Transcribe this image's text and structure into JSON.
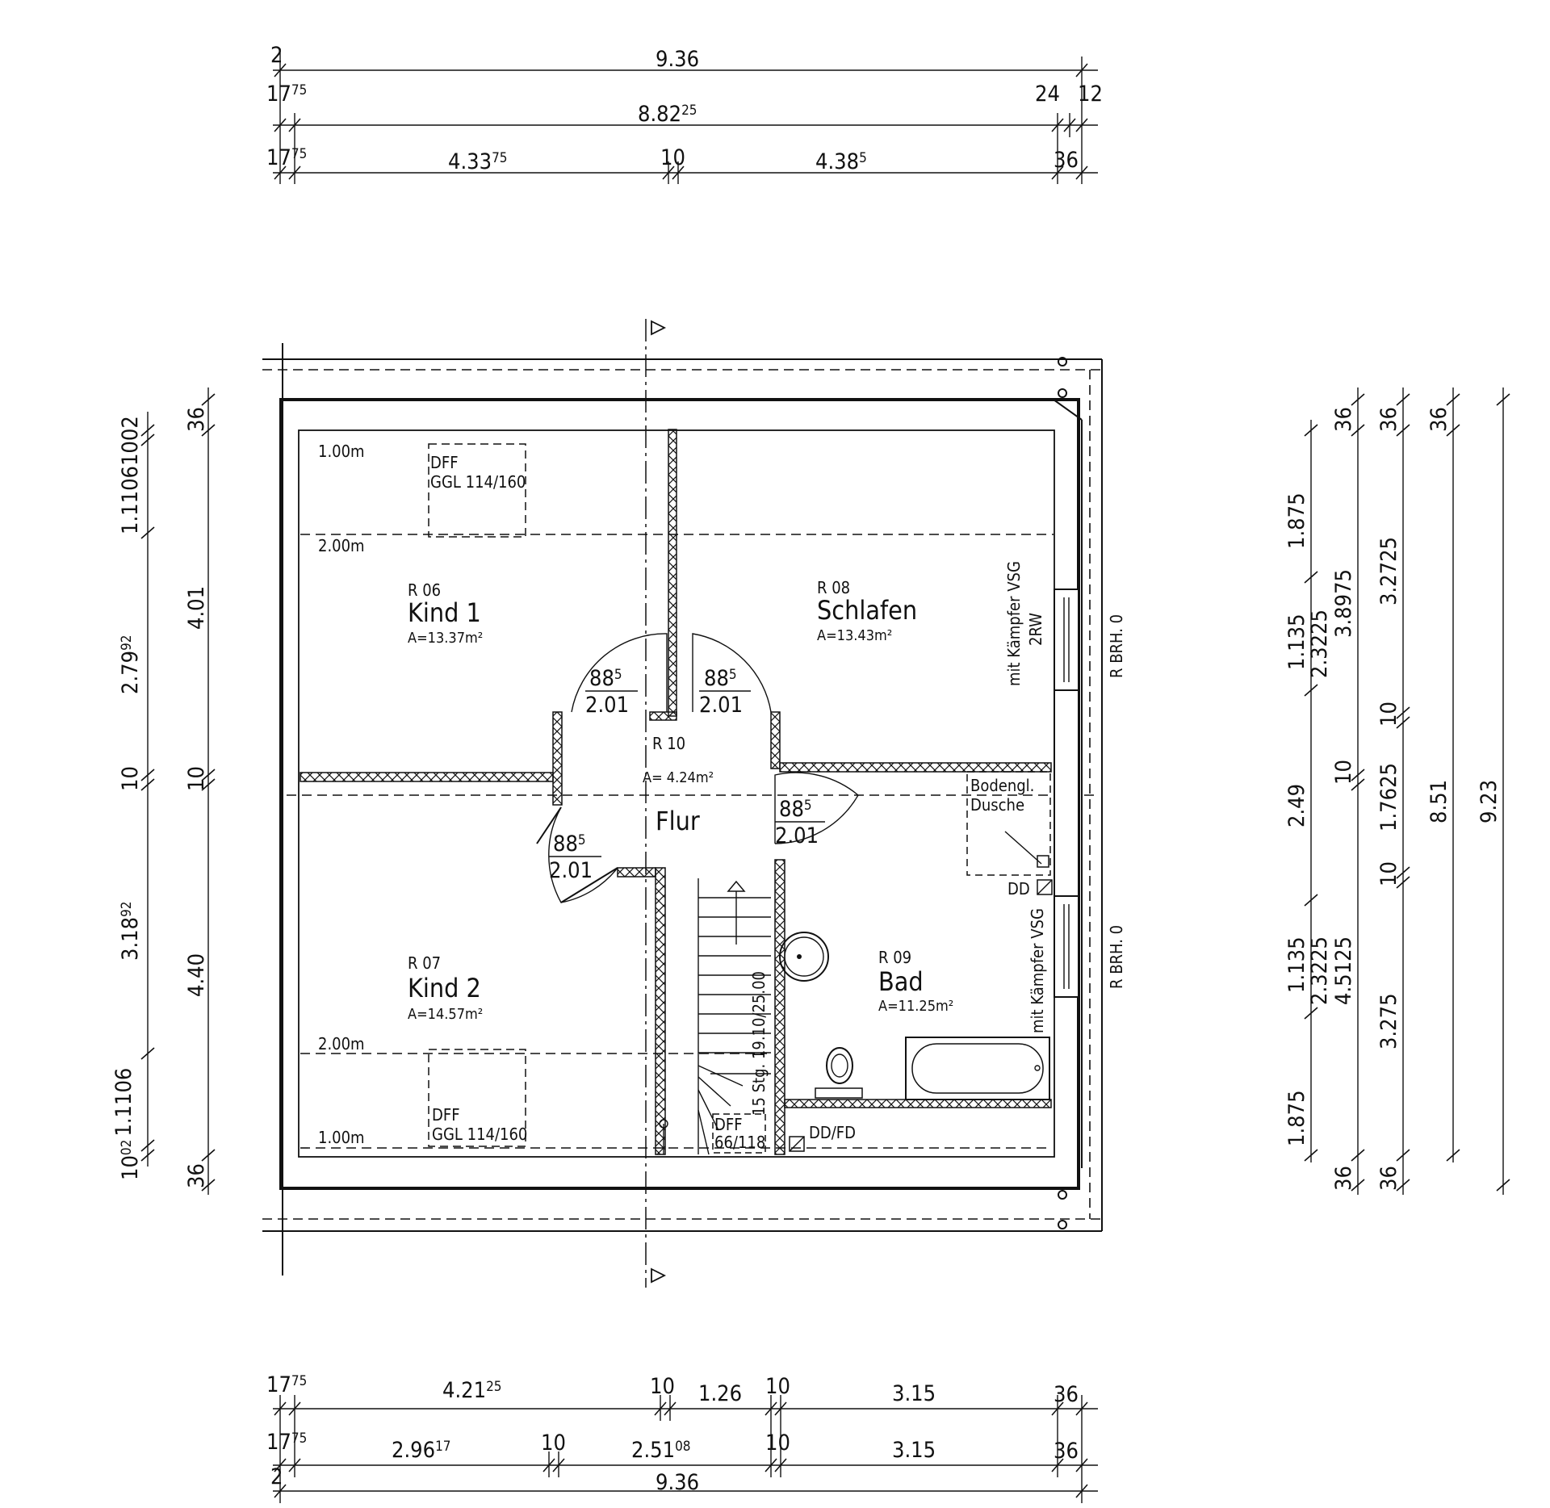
{
  "dimensions": {
    "top": {
      "row1": {
        "total": "9.36",
        "left": "2"
      },
      "row2": {
        "total": "8.82",
        "total_sup": "25",
        "left": "17",
        "left_sup": "75",
        "right_a": "24",
        "right_b": "12"
      },
      "row3": {
        "a": "17",
        "a_sup": "75",
        "b": "4.33",
        "b_sup": "75",
        "c": "10",
        "d": "4.38",
        "d_sup": "5",
        "e": "36"
      }
    },
    "bottom": {
      "row1": {
        "a": "17",
        "a_sup": "75",
        "b": "4.21",
        "b_sup": "25",
        "c": "10",
        "d": "1.26",
        "e": "10",
        "f": "3.15",
        "g": "36"
      },
      "row2": {
        "a": "17",
        "a_sup": "75",
        "b": "2.96",
        "b_sup": "17",
        "c": "10",
        "d": "2.51",
        "d_sup": "08",
        "e": "10",
        "f": "3.15",
        "g": "36"
      },
      "row3": {
        "left": "2",
        "total": "9.36"
      }
    },
    "left": {
      "outer": {
        "a": "1.11",
        "a2": "06",
        "a3": "10",
        "a4": "02",
        "b": "2.79",
        "b_sup": "92",
        "c": "10",
        "d": "3.18",
        "d_sup": "92",
        "e": "10",
        "e_sup": "02",
        "e2": "1.11",
        "e3": "06"
      },
      "inner": {
        "a": "36",
        "b": "4.01",
        "c": "10",
        "d": "4.40",
        "e": "36"
      }
    },
    "right": {
      "col1": {
        "a": "1.875",
        "b": "1.135",
        "c": "2.49",
        "d": "1.135",
        "e": "1.875"
      },
      "col2": {
        "a": "36",
        "b": "2.3225",
        "c": "10",
        "d": "2.3225",
        "e": "36"
      },
      "col3": {
        "a": "3.8975",
        "b": "4.5125"
      },
      "col4": {
        "a": "36",
        "b": "3.2725",
        "c": "10",
        "d": "1.7625",
        "e": "10",
        "f": "3.275",
        "g": "36"
      },
      "col5": {
        "a": "36",
        "b": "8.51"
      },
      "col6": {
        "total": "9.23"
      }
    }
  },
  "rooms": [
    {
      "no": "R 06",
      "name": "Kind 1",
      "area": "A=13.37m²"
    },
    {
      "no": "R 07",
      "name": "Kind 2",
      "area": "A=14.57m²"
    },
    {
      "no": "R 08",
      "name": "Schlafen",
      "area": "A=13.43m²"
    },
    {
      "no": "R 09",
      "name": "Bad",
      "area": "A=11.25m²"
    },
    {
      "no": "R 10",
      "name": "Flur",
      "area": "A= 4.24m²"
    }
  ],
  "doors": {
    "width": "88",
    "width_sup": "5",
    "height": "2.01"
  },
  "windows": {
    "skylight_top": {
      "line1": "DFF",
      "line2": "GGL 114/160"
    },
    "skylight_bottom": {
      "line1": "DFF",
      "line2": "GGL 114/160"
    },
    "stair_skylight": {
      "line1": "DFF",
      "line2": "66/118"
    },
    "side_top": {
      "line1": "mit Kämpfer VSG",
      "line2": "2RW",
      "brh": "R BRH. 0"
    },
    "side_bottom": {
      "line1": "mit Kämpfer VSG",
      "brh": "R BRH. 0"
    }
  },
  "annotations": {
    "height_100_top": "1.00m",
    "height_200_top": "2.00m",
    "height_200_bottom": "2.00m",
    "height_100_bottom": "1.00m",
    "shower_1": "Bodengl.",
    "shower_2": "Dusche",
    "dd": "DD",
    "ddfd": "DD/FD",
    "stair": "15 Stg. 19.10/25.00"
  }
}
